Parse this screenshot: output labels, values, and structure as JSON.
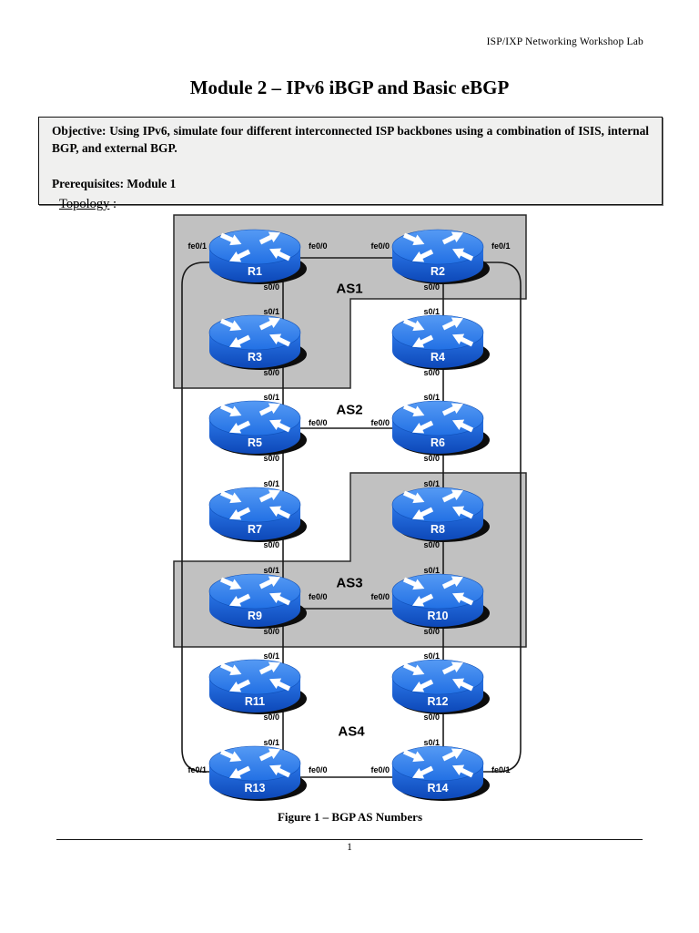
{
  "page": {
    "header": "ISP/IXP Networking Workshop Lab",
    "title": "Module 2 – IPv6 iBGP and Basic eBGP",
    "objective": "Objective: Using IPv6, simulate four different interconnected ISP backbones using a combination of ISIS, internal BGP, and external BGP.",
    "prerequisites": "Prerequisites: Module 1",
    "topology_label": "Topology",
    "topology_colon": ":",
    "figure_caption": "Figure 1 – BGP AS Numbers",
    "page_number": "1"
  },
  "diagram": {
    "as_labels": [
      "AS1",
      "AS2",
      "AS3",
      "AS4"
    ],
    "colors": {
      "region_fill": "#c1c1c1",
      "region_stroke": "#2a2a2a",
      "link": "#1a1a1a",
      "router_top_blue": "#2f7ceb",
      "router_body_blue": "#1a63dd",
      "router_label_color": "#ffffff"
    },
    "routers": [
      {
        "name": "R1",
        "col": 0,
        "row": 0,
        "if_left": "fe0/1",
        "if_right": "fe0/0",
        "if_bottom": "s0/0"
      },
      {
        "name": "R2",
        "col": 1,
        "row": 0,
        "if_left": "fe0/0",
        "if_right": "fe0/1",
        "if_bottom": "s0/0"
      },
      {
        "name": "R3",
        "col": 0,
        "row": 1,
        "if_top": "s0/1",
        "if_bottom": "s0/0"
      },
      {
        "name": "R4",
        "col": 1,
        "row": 1,
        "if_top": "s0/1",
        "if_bottom": "s0/0"
      },
      {
        "name": "R5",
        "col": 0,
        "row": 2,
        "if_top": "s0/1",
        "if_right": "fe0/0",
        "if_bottom": "s0/0"
      },
      {
        "name": "R6",
        "col": 1,
        "row": 2,
        "if_top": "s0/1",
        "if_left": "fe0/0",
        "if_bottom": "s0/0"
      },
      {
        "name": "R7",
        "col": 0,
        "row": 3,
        "if_top": "s0/1",
        "if_bottom": "s0/0"
      },
      {
        "name": "R8",
        "col": 1,
        "row": 3,
        "if_top": "s0/1",
        "if_bottom": "s0/0"
      },
      {
        "name": "R9",
        "col": 0,
        "row": 4,
        "if_top": "s0/1",
        "if_right": "fe0/0",
        "if_bottom": "s0/0"
      },
      {
        "name": "R10",
        "col": 1,
        "row": 4,
        "if_top": "s0/1",
        "if_left": "fe0/0",
        "if_bottom": "s0/0"
      },
      {
        "name": "R11",
        "col": 0,
        "row": 5,
        "if_top": "s0/1",
        "if_bottom": "s0/0"
      },
      {
        "name": "R12",
        "col": 1,
        "row": 5,
        "if_top": "s0/1",
        "if_bottom": "s0/0"
      },
      {
        "name": "R13",
        "col": 0,
        "row": 6,
        "if_top": "s0/1",
        "if_left": "fe0/1",
        "if_right": "fe0/0"
      },
      {
        "name": "R14",
        "col": 1,
        "row": 6,
        "if_top": "s0/1",
        "if_left": "fe0/0",
        "if_right": "fe0/1"
      }
    ]
  }
}
